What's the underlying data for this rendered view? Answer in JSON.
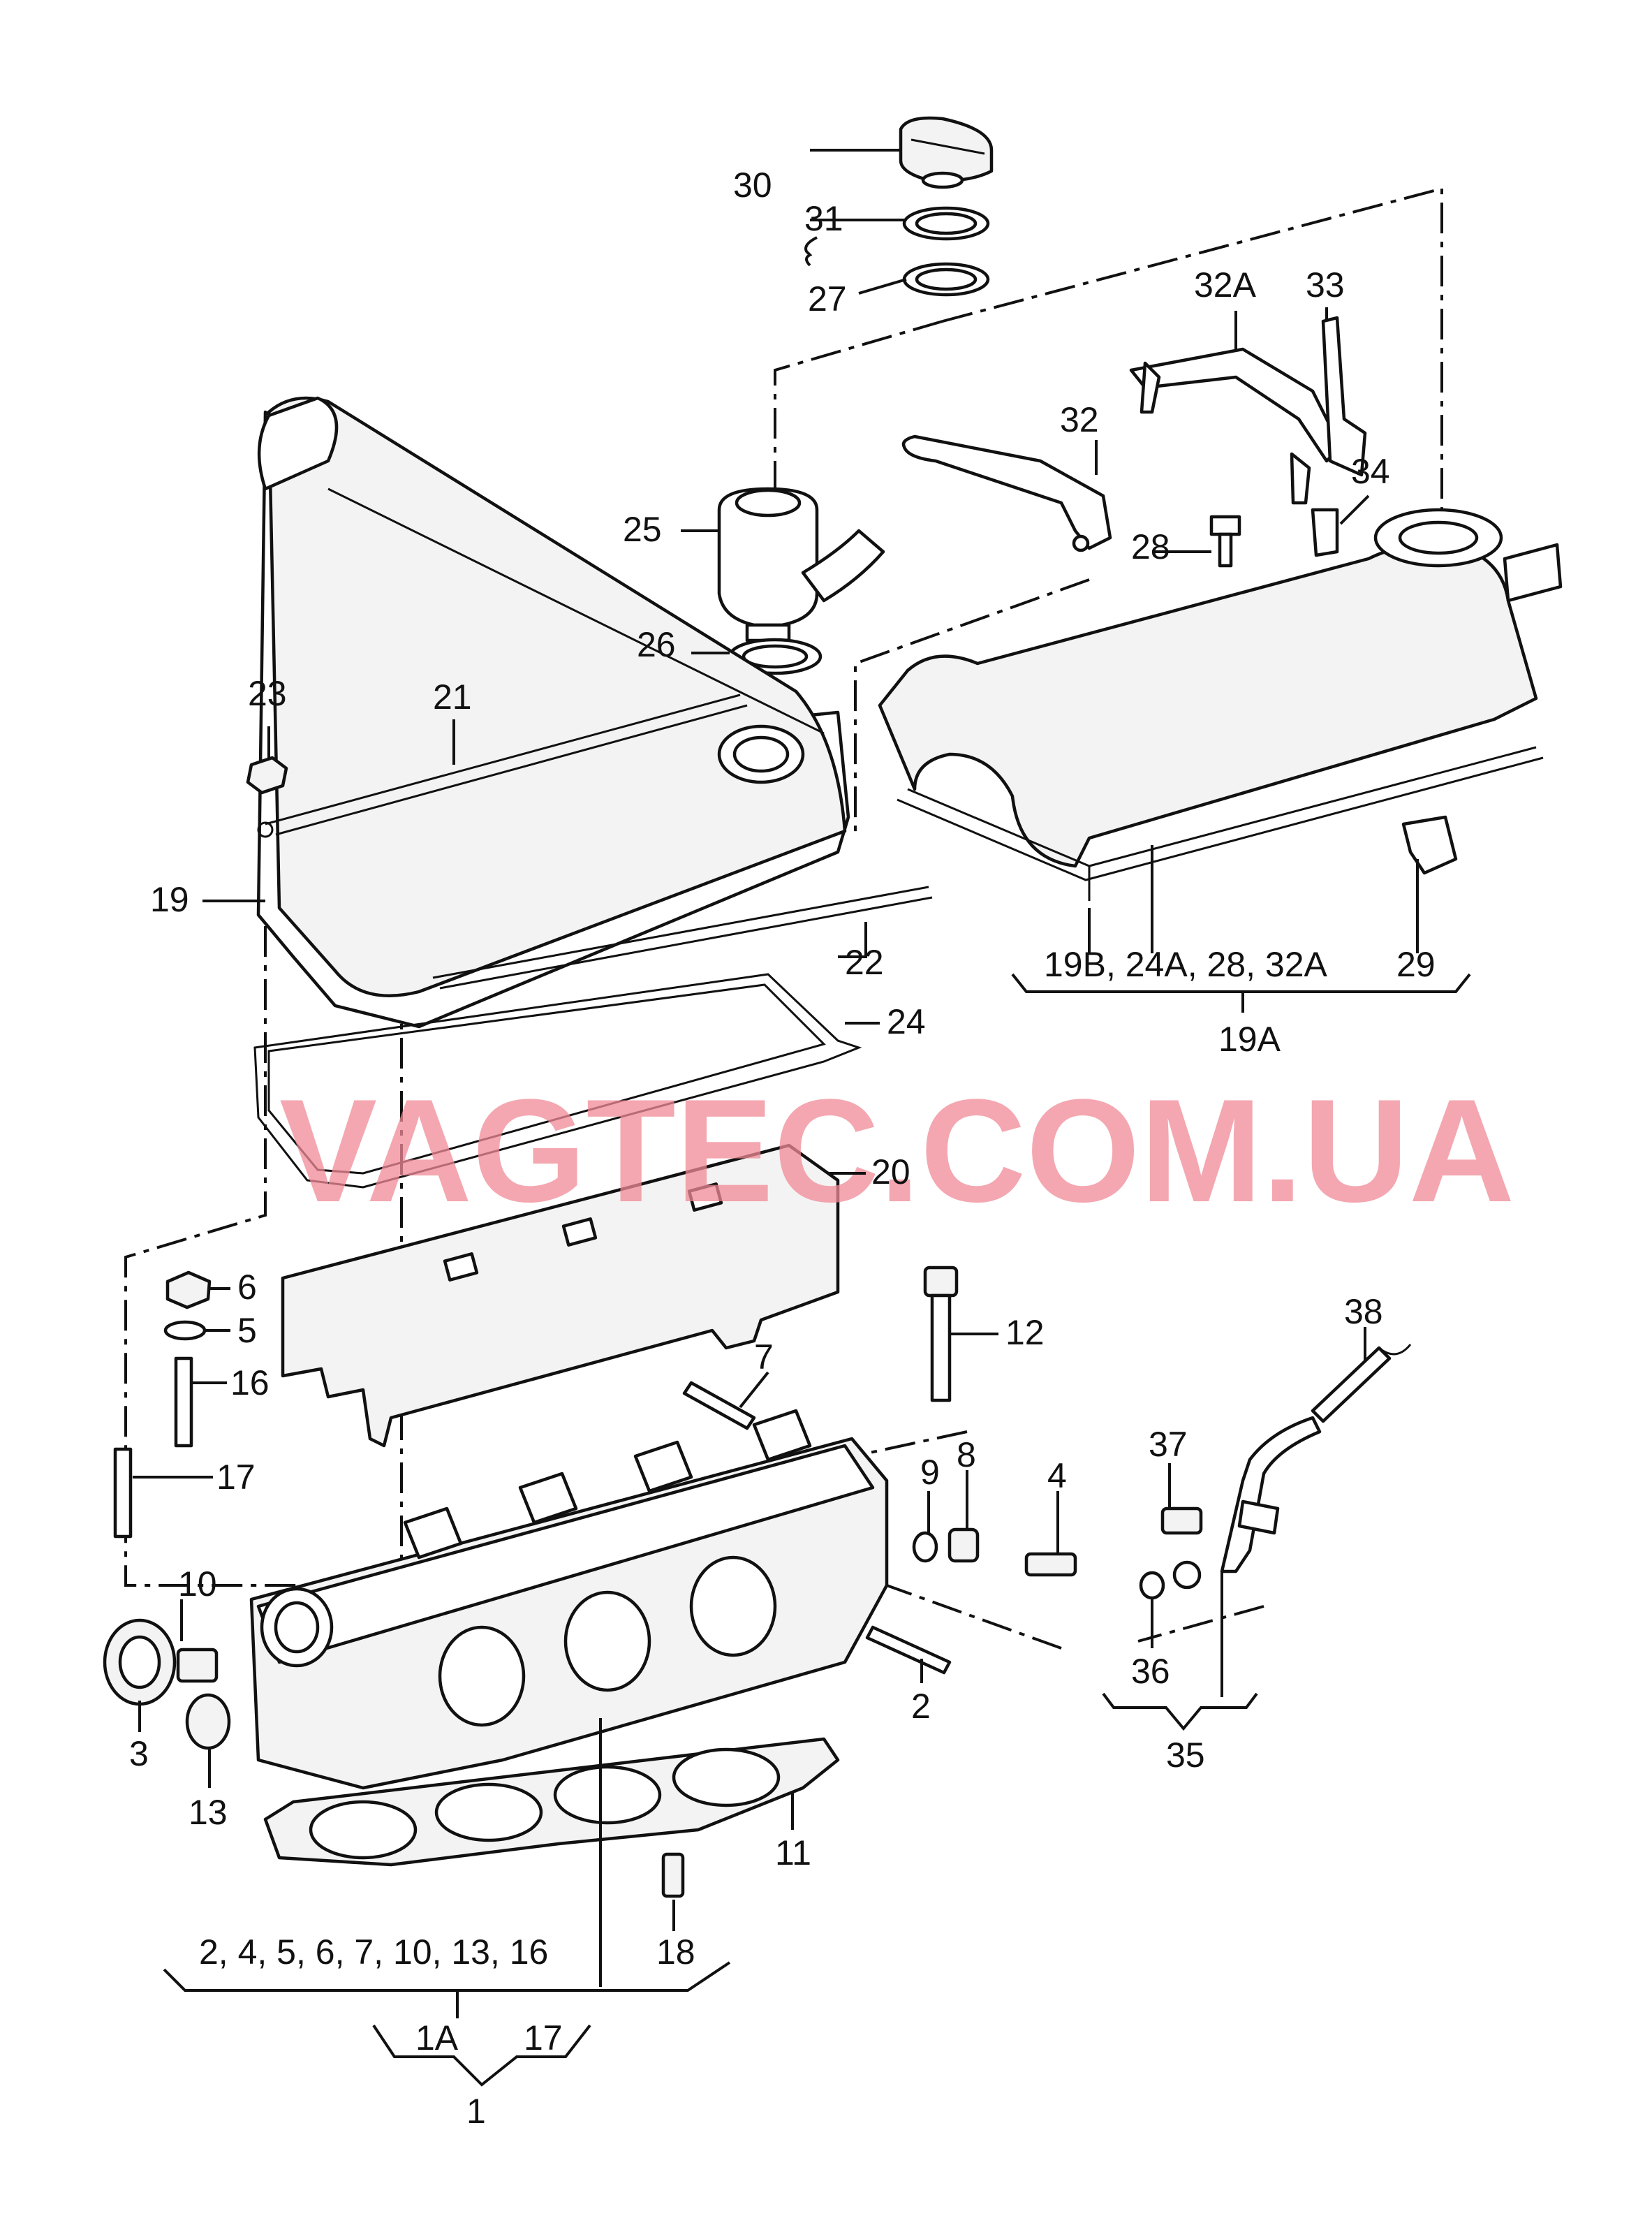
{
  "watermark": "VAGTEC.COM.UA",
  "labels": {
    "l30": "30",
    "l31": "31",
    "l27": "27",
    "l32A": "32A",
    "l33": "33",
    "l32": "32",
    "l34": "34",
    "l25": "25",
    "l28": "28",
    "l26": "26",
    "l23": "23",
    "l21": "21",
    "l19": "19",
    "l22": "22",
    "l24": "24",
    "l19group": "19B, 24A, 28, 32A",
    "l29": "29",
    "l19A": "19A",
    "l20": "20",
    "l6": "6",
    "l5": "5",
    "l16": "16",
    "l17a": "17",
    "l12": "12",
    "l7": "7",
    "l38": "38",
    "l9": "9",
    "l8": "8",
    "l4": "4",
    "l37": "37",
    "l10": "10",
    "l3": "3",
    "l13": "13",
    "l2": "2",
    "l36": "36",
    "l35": "35",
    "l11": "11",
    "l18": "18",
    "lgroup1": "2, 4, 5, 6, 7,  10, 13, 16",
    "l1A": "1A",
    "l17b": "17",
    "l1": "1"
  }
}
